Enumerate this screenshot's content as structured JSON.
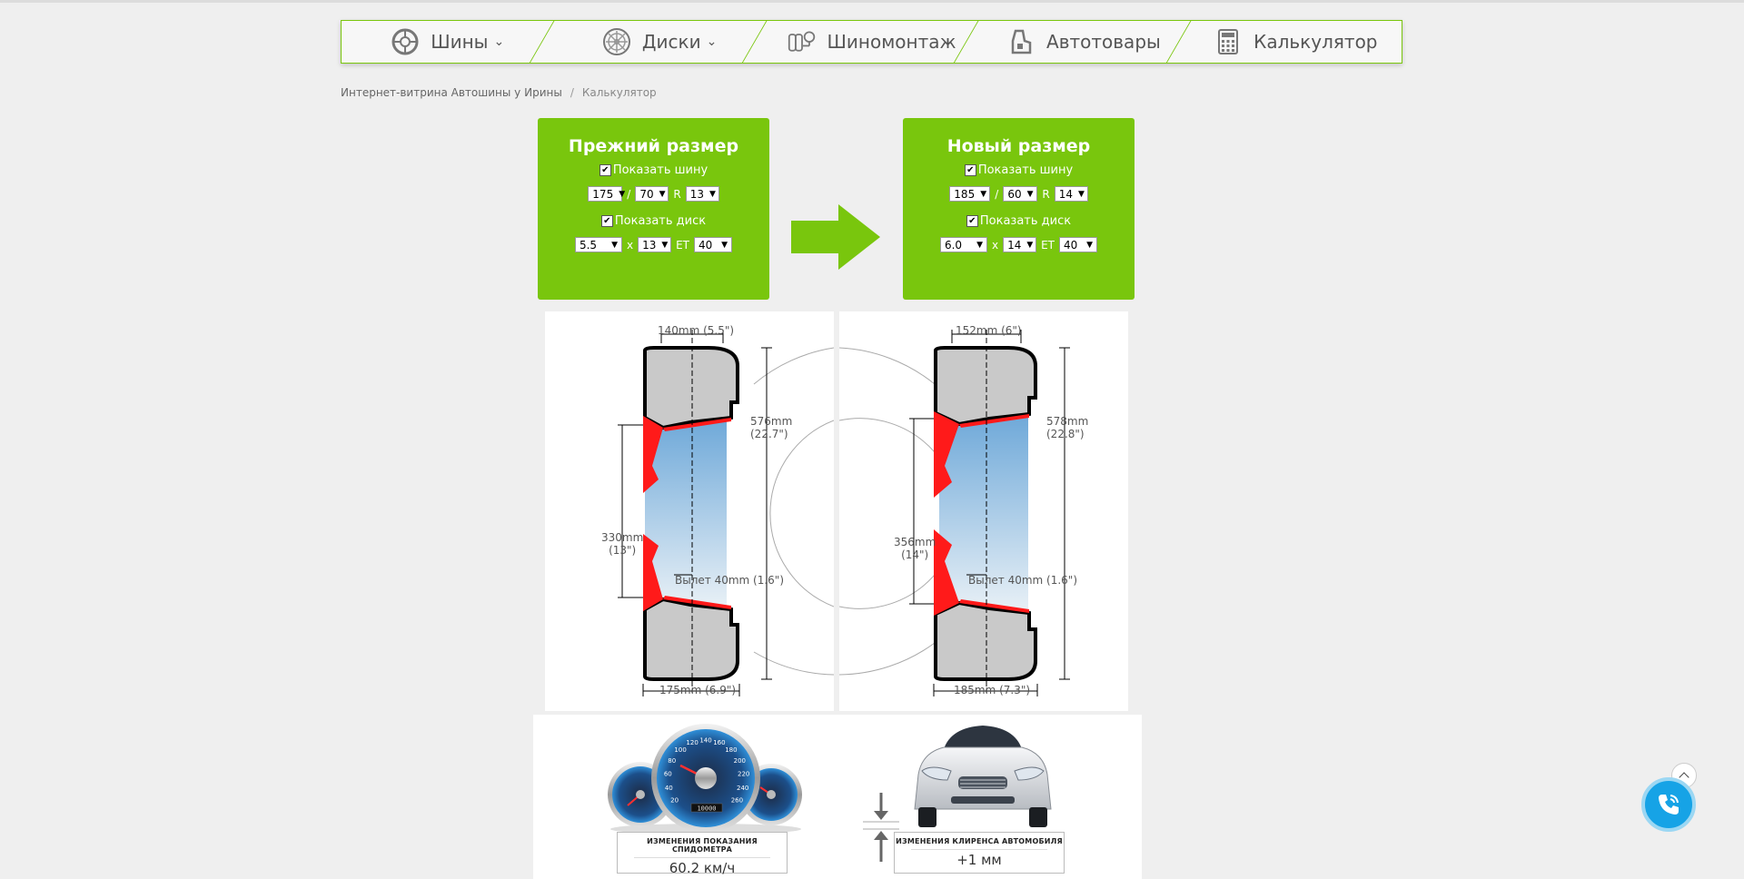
{
  "nav": {
    "items": [
      {
        "label": "Шины",
        "icon": "tire-icon",
        "has_dropdown": true
      },
      {
        "label": "Диски",
        "icon": "wheel-rim-icon",
        "has_dropdown": true
      },
      {
        "label": "Шиномонтаж",
        "icon": "tire-pressure-icon",
        "has_dropdown": false
      },
      {
        "label": "Автотовары",
        "icon": "car-seat-icon",
        "has_dropdown": false
      },
      {
        "label": "Калькулятор",
        "icon": "calculator-icon",
        "has_dropdown": false
      }
    ],
    "chevron": "⌄"
  },
  "breadcrumb": {
    "home": "Интернет-витрина Автошины у Ирины",
    "sep": "/",
    "current": "Калькулятор"
  },
  "old_size": {
    "title": "Прежний размер",
    "show_tire_label": "Показать шину",
    "show_tire_checked": true,
    "tire": {
      "width": "175",
      "profile": "70",
      "r_label": "R",
      "diameter": "13",
      "slash": "/"
    },
    "show_disc_label": "Показать диск",
    "show_disc_checked": true,
    "disc": {
      "width": "5.5",
      "x_label": "x",
      "diameter": "13",
      "et_label": "ET",
      "et": "40"
    }
  },
  "new_size": {
    "title": "Новый размер",
    "show_tire_label": "Показать шину",
    "show_tire_checked": true,
    "tire": {
      "width": "185",
      "profile": "60",
      "r_label": "R",
      "diameter": "14",
      "slash": "/"
    },
    "show_disc_label": "Показать диск",
    "show_disc_checked": true,
    "disc": {
      "width": "6.0",
      "x_label": "x",
      "diameter": "14",
      "et_label": "ET",
      "et": "40"
    }
  },
  "diagram_old": {
    "rim_width": "140mm (5.5\")",
    "outer_diameter_mm": "576mm",
    "outer_diameter_in": "(22.7\")",
    "rim_diameter_mm": "330mm",
    "rim_diameter_in": "(13\")",
    "offset": "Вылет 40mm (1.6\")",
    "tire_width": "175mm (6.9\")"
  },
  "diagram_new": {
    "rim_width": "152mm (6\")",
    "outer_diameter_mm": "578mm",
    "outer_diameter_in": "(22.8\")",
    "rim_diameter_mm": "356mm",
    "rim_diameter_in": "(14\")",
    "offset": "Вылет 40mm (1.6\")",
    "tire_width": "185mm (7.3\")"
  },
  "results": {
    "speedo_caption": "ИЗМЕНЕНИЯ ПОКАЗАНИЯ СПИДОМЕТРА",
    "speedo_value": "60.2 км/ч",
    "clearance_caption": "ИЗМЕНЕНИЯ КЛИРЕНСА АВТОМОБИЛЯ",
    "clearance_value": "+1 мм",
    "speedo_ticks": [
      "20",
      "40",
      "60",
      "80",
      "100",
      "120",
      "140",
      "160",
      "180",
      "200",
      "220",
      "240",
      "260"
    ],
    "odometer": "10000"
  },
  "floating": {
    "scroll_top": "^",
    "call_icon": "phone-call-icon"
  },
  "colors": {
    "accent": "#79c60d",
    "call": "#16a3e6",
    "rim_red": "#ff1a1a"
  }
}
